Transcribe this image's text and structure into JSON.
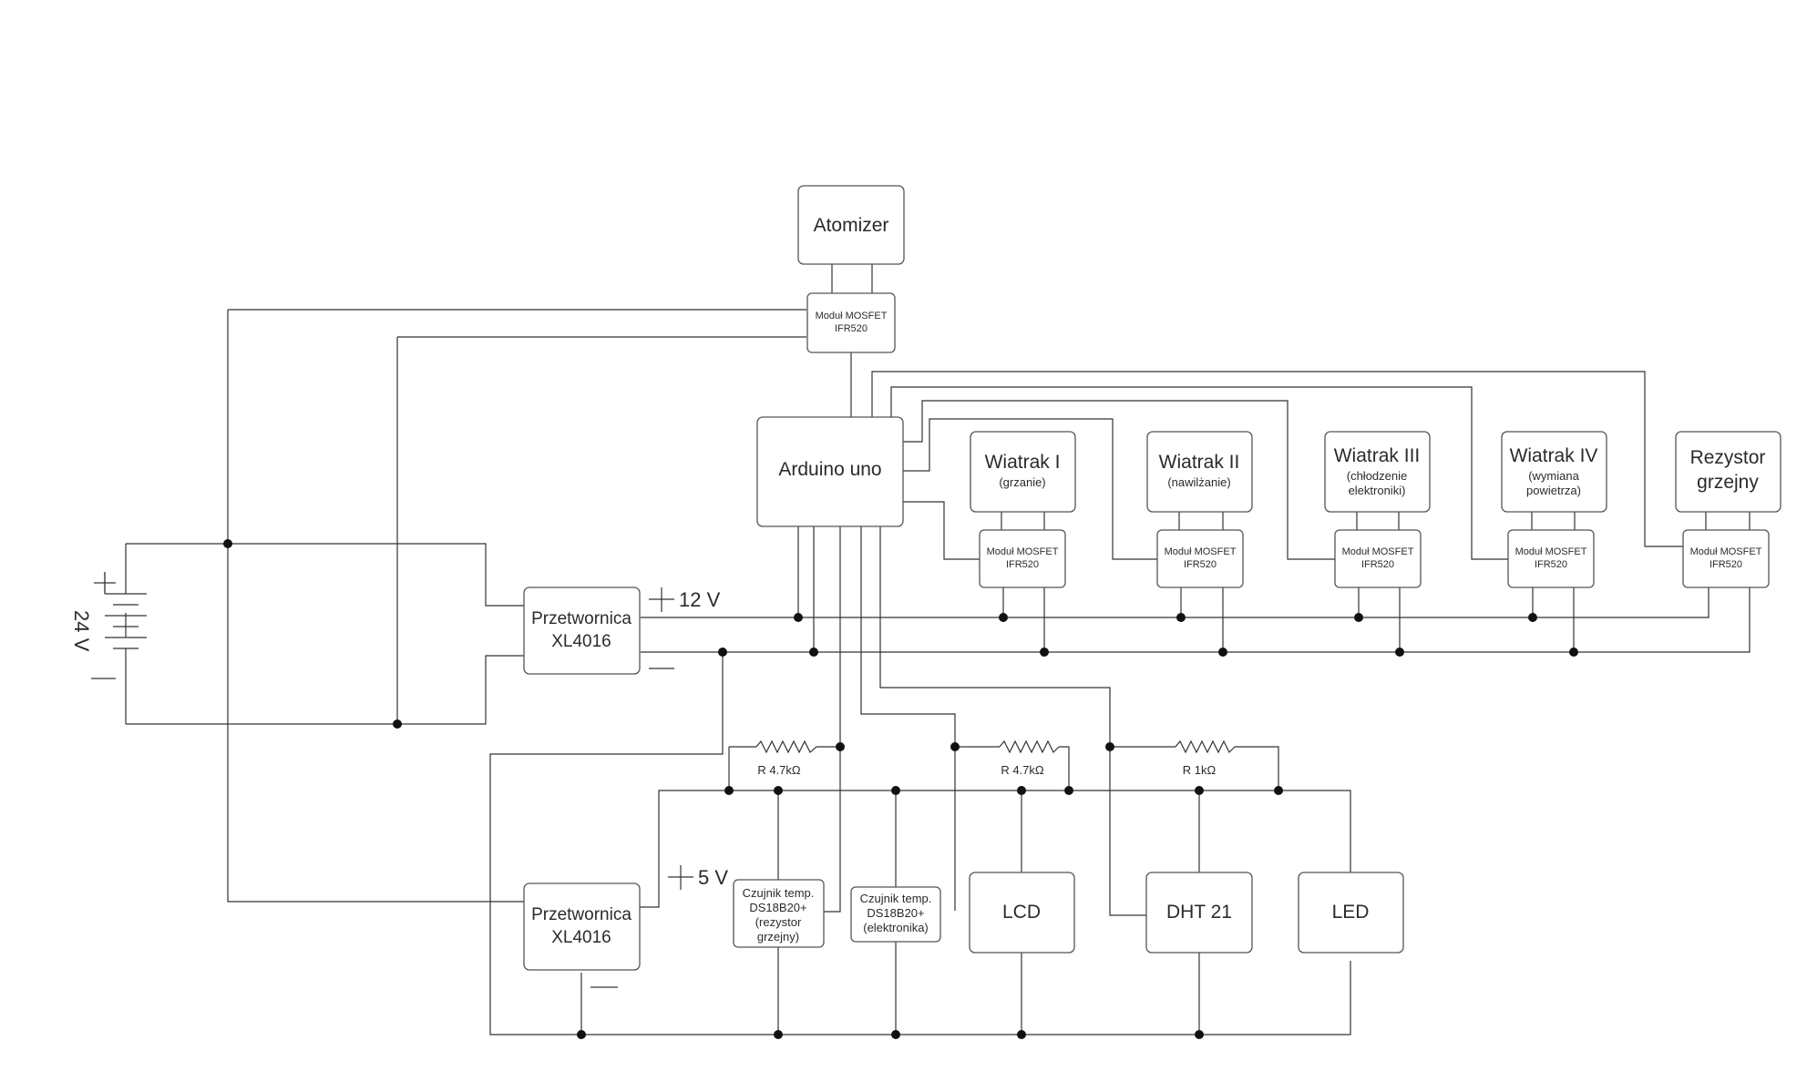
{
  "atomizer": "Atomizer",
  "mosfet": {
    "line1": "Moduł MOSFET",
    "line2": "IFR520"
  },
  "arduino": "Arduino uno",
  "fans": [
    {
      "title": "Wiatrak I",
      "sub1": "(grzanie)",
      "sub2": ""
    },
    {
      "title": "Wiatrak II",
      "sub1": "(nawilżanie)",
      "sub2": ""
    },
    {
      "title": "Wiatrak III",
      "sub1": "(chłodzenie",
      "sub2": "elektroniki)"
    },
    {
      "title": "Wiatrak IV",
      "sub1": "(wymiana",
      "sub2": "powietrza)"
    }
  ],
  "heater": {
    "line1": "Rezystor",
    "line2": "grzejny"
  },
  "converter": {
    "line1": "Przetwornica",
    "line2": "XL4016"
  },
  "battery_label": "24 V",
  "v12_label": "12 V",
  "v5_label": "5 V",
  "resistors": [
    "R 4.7kΩ",
    "R 4.7kΩ",
    "R 1kΩ"
  ],
  "sensor1": {
    "line1": "Czujnik temp.",
    "line2": "DS18B20+",
    "line3": "(rezystor",
    "line4": "grzejny)"
  },
  "sensor2": {
    "line1": "Czujnik temp.",
    "line2": "DS18B20+",
    "line3": "(elektronika)"
  },
  "lcd": "LCD",
  "dht": "DHT 21",
  "led": "LED"
}
